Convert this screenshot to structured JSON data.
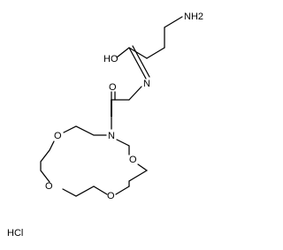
{
  "molecule": {
    "atoms": {
      "amine": "NH2",
      "hydroxyl_imine": "HO",
      "linker_nitrogen": "N",
      "carbonyl_oxygen": "O",
      "ring_nitrogen": "N",
      "ring_oxygen_1": "O",
      "ring_oxygen_2": "O",
      "ring_oxygen_3": "O",
      "ring_oxygen_4": "O"
    },
    "counterion": "HCl"
  }
}
